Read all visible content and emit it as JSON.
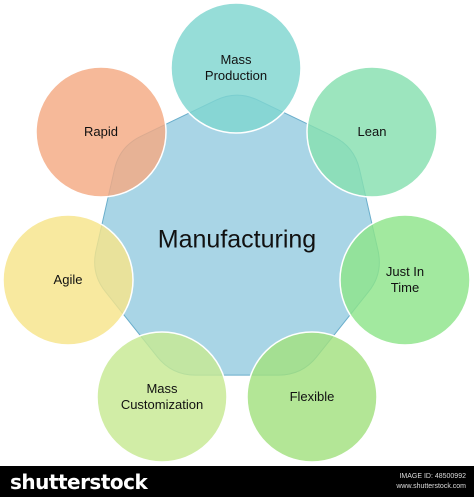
{
  "diagram": {
    "center": {
      "label": "Manufacturing",
      "fill": "#a9d5e6",
      "stroke": "#6aaecb"
    },
    "nodes": [
      {
        "key": "mass-production",
        "label": "Mass\nProduction",
        "fill": "#7fd6d0"
      },
      {
        "key": "lean",
        "label": "Lean",
        "fill": "#86dfb0"
      },
      {
        "key": "just-in-time",
        "label": "Just In Time",
        "fill": "#8ee48a"
      },
      {
        "key": "flexible",
        "label": "Flexible",
        "fill": "#a2e07f"
      },
      {
        "key": "mass-customization",
        "label": "Mass\nCustomization",
        "fill": "#c7e992"
      },
      {
        "key": "agile",
        "label": "Agile",
        "fill": "#f6e48a"
      },
      {
        "key": "rapid",
        "label": "Rapid",
        "fill": "#f4aa82"
      }
    ]
  },
  "footer": {
    "brand": "shutterstock",
    "image_id": "IMAGE ID: 48500992",
    "site": "www.shutterstock.com"
  }
}
